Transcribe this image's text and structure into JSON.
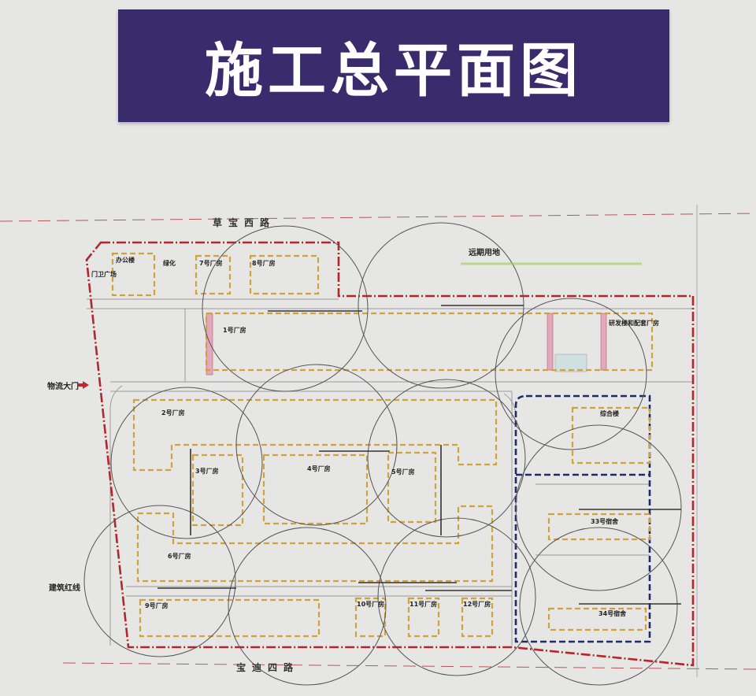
{
  "title": "施工总平面图",
  "colors": {
    "banner": "#3a2b6c",
    "red_line": "#b3262a",
    "building_outline": "#d1a23a",
    "zone_outline": "#1e2a6a",
    "crane_radius": "#555555"
  },
  "roads": {
    "north": "草宝西路",
    "south": "宝迪四路"
  },
  "side_labels": {
    "gate": "物流大门",
    "red_line": "建筑红线"
  },
  "areas": {
    "future_land": "远期用地",
    "greening": "绿化",
    "guard": "门卫广场"
  },
  "buildings": [
    {
      "id": "office",
      "label": "办公楼"
    },
    {
      "id": "b7",
      "label": "7号厂房"
    },
    {
      "id": "b8",
      "label": "8号厂房"
    },
    {
      "id": "b1",
      "label": "1号厂房"
    },
    {
      "id": "rd",
      "label": "研发楼和配套厂房"
    },
    {
      "id": "b2",
      "label": "2号厂房"
    },
    {
      "id": "b3",
      "label": "3号厂房"
    },
    {
      "id": "b4",
      "label": "4号厂房"
    },
    {
      "id": "b5",
      "label": "5号厂房"
    },
    {
      "id": "b6",
      "label": "6号厂房"
    },
    {
      "id": "b9",
      "label": "9号厂房"
    },
    {
      "id": "b10",
      "label": "10号厂房"
    },
    {
      "id": "b11",
      "label": "11号厂房"
    },
    {
      "id": "b12",
      "label": "12号厂房"
    },
    {
      "id": "complex",
      "label": "综合楼"
    },
    {
      "id": "d33",
      "label": "33号宿舍"
    },
    {
      "id": "d34",
      "label": "34号宿舍"
    }
  ]
}
